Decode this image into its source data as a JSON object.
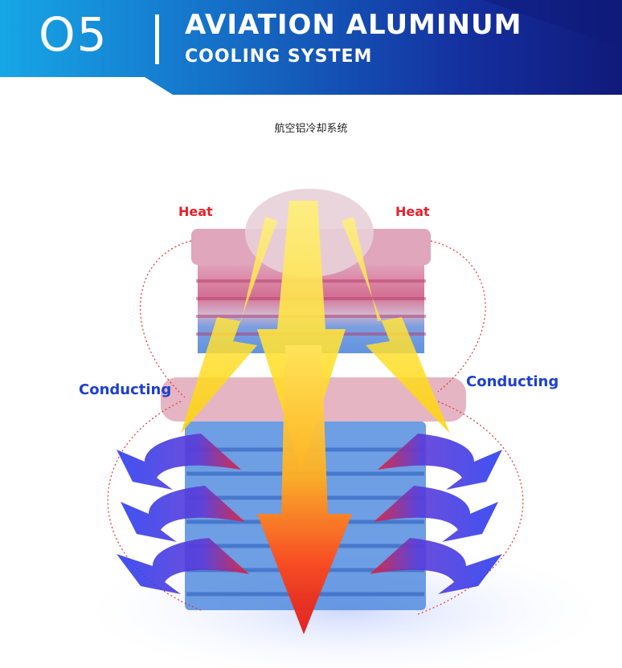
{
  "header": {
    "number": "O5",
    "title_line1": "AVIATION ALUMINUM",
    "title_line2": "COOLING SYSTEM"
  },
  "diagram": {
    "caption_cn": "航空铝冷却系统",
    "labels": {
      "heat_left": "Heat",
      "heat_right": "Heat",
      "conducting_left": "Conducting",
      "conducting_right": "Conducting"
    }
  },
  "colors": {
    "banner_dark": "#12238f",
    "banner_light": "#16a0e0",
    "heat_label": "#e8202a",
    "conducting_label": "#1d3fd0"
  }
}
